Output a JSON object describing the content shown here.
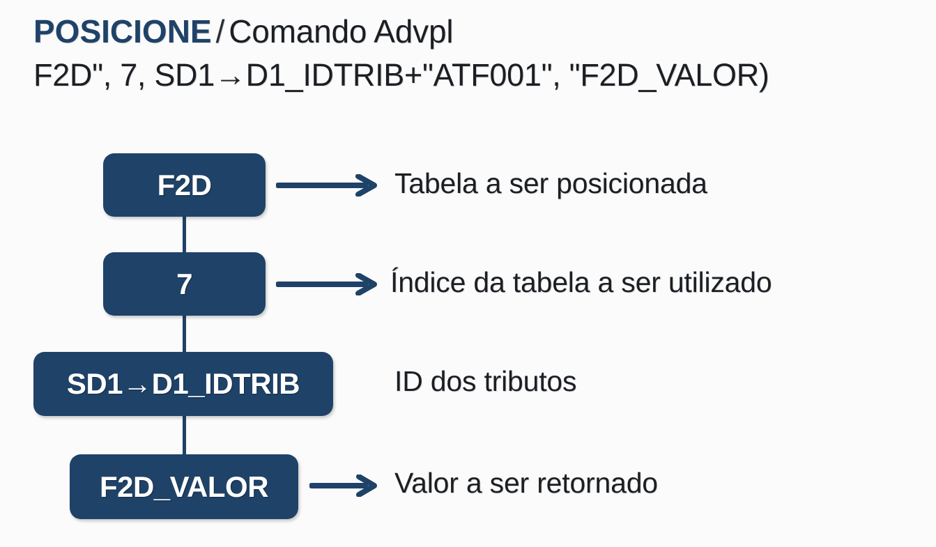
{
  "page": {
    "background_color": "#fbfbfb",
    "accent_color": "#1f4268",
    "text_color": "#1b1f24",
    "node_text_color": "#ffffff"
  },
  "header": {
    "keyword": "POSICIONE",
    "separator": "/",
    "subtitle": "Comando Advpl",
    "code": "F2D\", 7, SD1→D1_IDTRIB+\"ATF001\", \"F2D_VALOR)"
  },
  "diagram": {
    "type": "annotated-node-list",
    "nodes": [
      {
        "id": "node-1",
        "label": "F2D",
        "description": "Tabela a ser posicionada",
        "has_arrow": true,
        "arrow_icon": "arrow-right-icon"
      },
      {
        "id": "node-2",
        "label": "7",
        "description": "Índice da tabela a ser utilizado",
        "has_arrow": true,
        "arrow_icon": "arrow-right-icon"
      },
      {
        "id": "node-3",
        "label": "SD1→D1_IDTRIB",
        "description": "ID dos tributos",
        "has_arrow": false,
        "arrow_icon": ""
      },
      {
        "id": "node-4",
        "label": "F2D_VALOR",
        "description": "Valor a ser retornado",
        "has_arrow": true,
        "arrow_icon": "arrow-right-icon"
      }
    ]
  }
}
